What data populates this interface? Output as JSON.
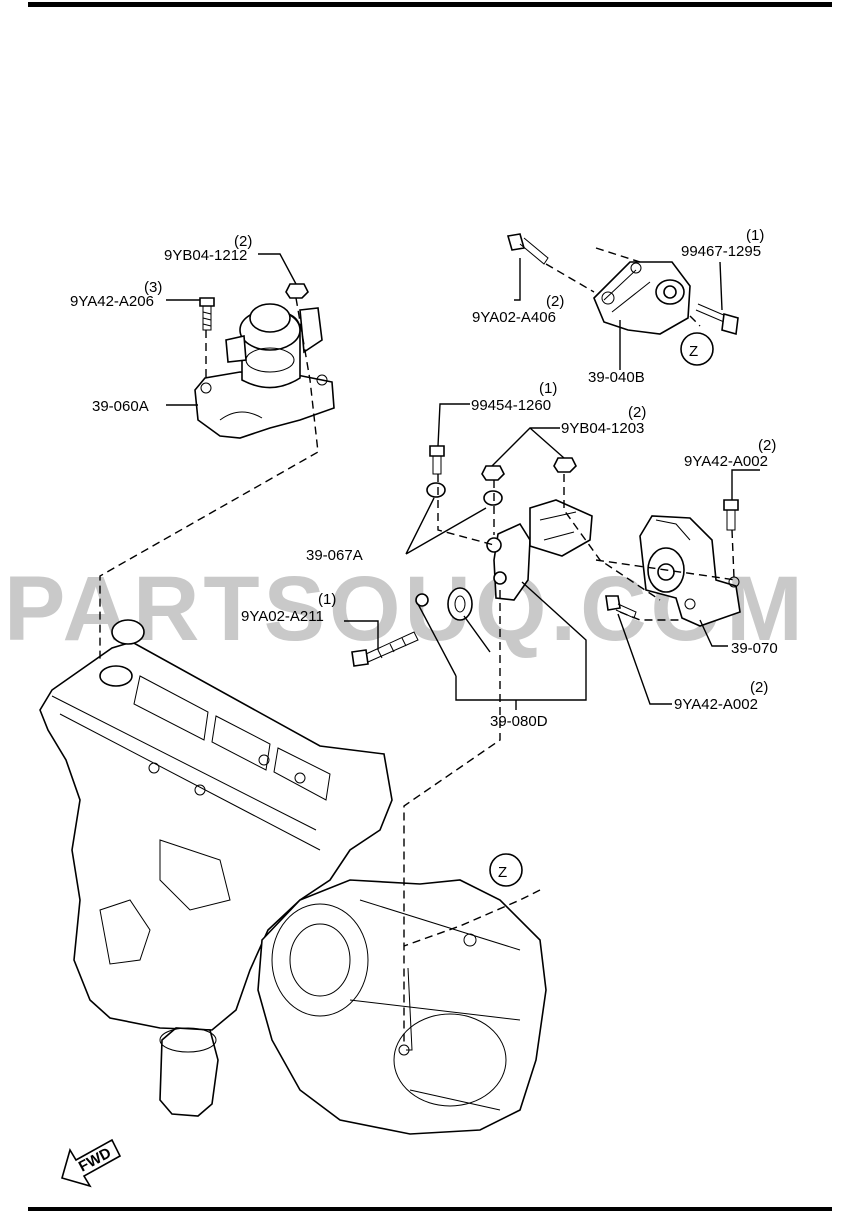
{
  "watermark": "PARTSOUQ.COM",
  "fwd_label": "FWD",
  "view_marker": "Z",
  "labels": {
    "p9YB04_1212": {
      "qty": "(2)",
      "code": "9YB04-1212"
    },
    "p9YA42_A206": {
      "qty": "(3)",
      "code": "9YA42-A206"
    },
    "p39_060A": {
      "code": "39-060A"
    },
    "p99467_1295": {
      "qty": "(1)",
      "code": "99467-1295"
    },
    "p9YA02_A406": {
      "qty": "(2)",
      "code": "9YA02-A406"
    },
    "p39_040B": {
      "code": "39-040B"
    },
    "p99454_1260": {
      "qty": "(1)",
      "code": "99454-1260"
    },
    "p9YB04_1203": {
      "qty": "(2)",
      "code": "9YB04-1203"
    },
    "p9YA42_A002_top": {
      "qty": "(2)",
      "code": "9YA42-A002"
    },
    "p39_067A": {
      "code": "39-067A"
    },
    "p9YA02_A211": {
      "qty": "(1)",
      "code": "9YA02-A211"
    },
    "p39_070": {
      "code": "39-070"
    },
    "p9YA42_A002_bottom": {
      "qty": "(2)",
      "code": "9YA42-A002"
    },
    "p39_080D": {
      "code": "39-080D"
    }
  }
}
